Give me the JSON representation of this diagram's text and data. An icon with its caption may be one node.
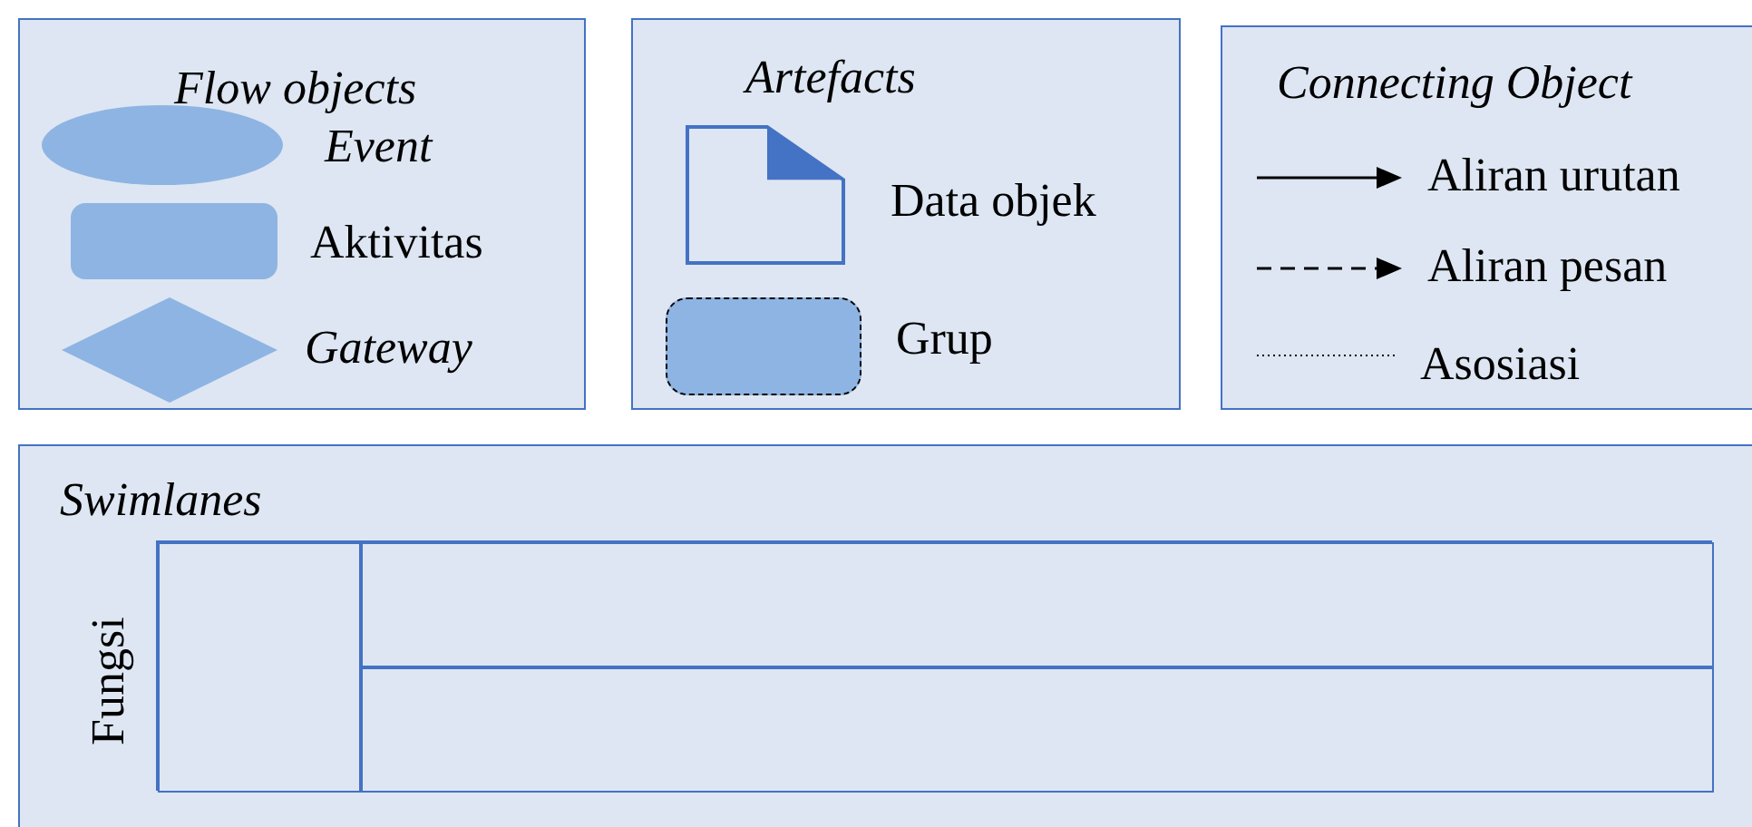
{
  "diagram": {
    "nodes": [
      {
        "text": [
          "Flow objects"
        ]
      },
      {
        "text": [],
        "shape": "ellipse",
        "beside": [
          "Event"
        ],
        "in": 0
      },
      {
        "text": [],
        "shape": "box",
        "beside": [
          "Aktivitas"
        ],
        "in": 0
      },
      {
        "text": [],
        "shape": "diamond",
        "beside": [
          "Gateway"
        ],
        "in": 0
      },
      {
        "text": [
          "Artefacts"
        ]
      },
      {
        "text": [],
        "shape": "document",
        "beside": [
          "Data objek"
        ],
        "in": 4
      },
      {
        "text": [],
        "shape": "box",
        "beside": [
          "Grup"
        ],
        "in": 4
      },
      {
        "text": [
          "Connecting Object"
        ]
      },
      {
        "text": [
          "Swimlanes"
        ]
      },
      {
        "text": [],
        "shape": "box",
        "beside": [
          "Fungsi"
        ],
        "in": 8
      },
      {
        "text": [],
        "shape": "box",
        "in": 9
      },
      {
        "text": [],
        "shape": "box",
        "in": 9
      },
      {
        "text": [],
        "shape": "box",
        "in": 9
      }
    ],
    "legend": [
      {
        "text": "Aliran urutan"
      },
      {
        "text": "Aliran pesan"
      },
      {
        "text": "Asosiasi"
      }
    ]
  }
}
